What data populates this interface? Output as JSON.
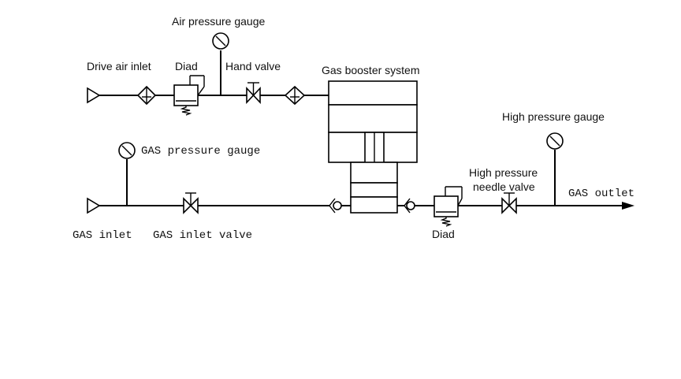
{
  "labels": {
    "air_pressure_gauge": "Air pressure gauge",
    "drive_air_inlet": "Drive air inlet",
    "diad_top": "Diad",
    "hand_valve": "Hand valve",
    "gas_booster_system": "Gas booster system",
    "high_pressure_gauge": "High pressure gauge",
    "gas_pressure_gauge": "GAS pressure gauge",
    "high_pressure_needle_valve_line1": "High pressure",
    "high_pressure_needle_valve_line2": "needle valve",
    "gas_outlet": "GAS outlet",
    "gas_inlet": "GAS inlet",
    "gas_inlet_valve": "GAS inlet valve",
    "diad_bottom": "Diad"
  },
  "colors": {
    "stroke": "#000000",
    "text": "#111111",
    "background": "#ffffff"
  }
}
